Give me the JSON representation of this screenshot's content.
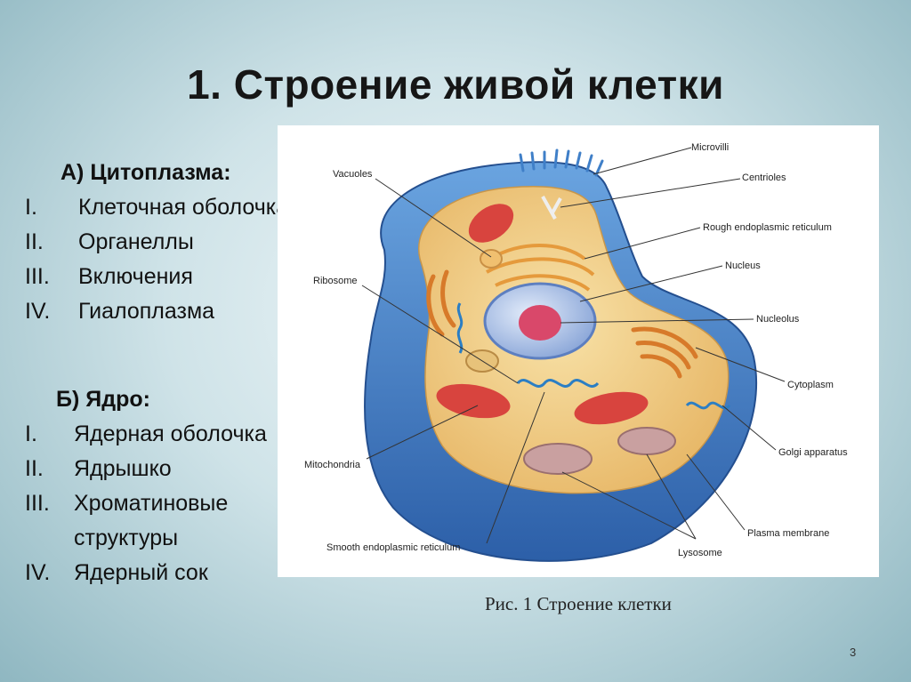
{
  "slide": {
    "title": "1. Строение живой клетки",
    "page_number": "3"
  },
  "section_a": {
    "heading": "А) Цитоплазма:",
    "items": [
      {
        "num": "I.",
        "text": "Клеточная оболочка"
      },
      {
        "num": "II.",
        "text": "Органеллы"
      },
      {
        "num": "III.",
        "text": "Включения"
      },
      {
        "num": "IV.",
        "text": "Гиалоплазма"
      }
    ]
  },
  "section_b": {
    "heading": "Б) Ядро:",
    "items": [
      {
        "num": "I.",
        "text": "Ядерная оболочка"
      },
      {
        "num": "II.",
        "text": "Ядрышко"
      },
      {
        "num": "III.",
        "text": "Хроматиновые структуры"
      },
      {
        "num": "IV.",
        "text": "Ядерный сок"
      }
    ]
  },
  "figure": {
    "caption": "Рис. 1 Строение клетки",
    "labels": {
      "microvilli": "Microvilli",
      "vacuoles": "Vacuoles",
      "centrioles": "Centrioles",
      "rough_er": "Rough endoplasmic reticulum",
      "nucleus": "Nucleus",
      "ribosome": "Ribosome",
      "nucleolus": "Nucleolus",
      "cytoplasm": "Cytoplasm",
      "golgi": "Golgi apparatus",
      "mitochondria": "Mitochondria",
      "plasma_membrane": "Plasma membrane",
      "smooth_er": "Smooth endoplasmic reticulum",
      "lysosome": "Lysosome"
    },
    "colors": {
      "membrane": "#3f7fc8",
      "cytoplasm": "#f1cf86",
      "nucleus": "#b7c8ea",
      "nucleolus": "#d9486a",
      "mitochondria": "#d8443e",
      "golgi": "#d77a2a",
      "lysosome": "#c9a0a0"
    }
  }
}
